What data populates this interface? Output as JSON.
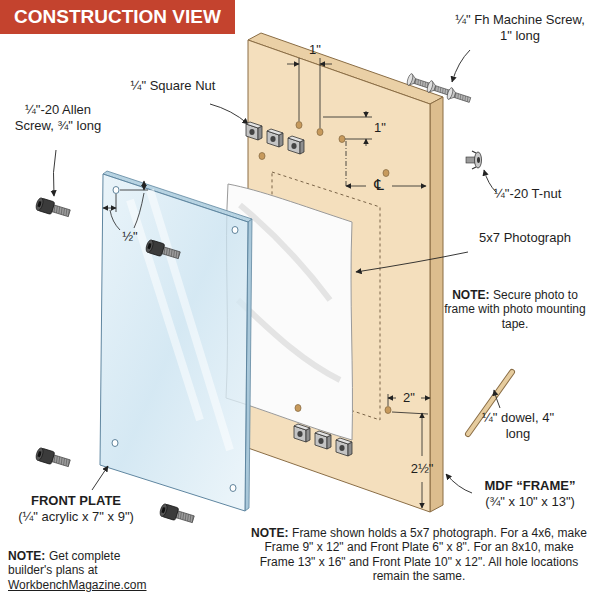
{
  "diagram": {
    "title": "CONSTRUCTION VIEW",
    "labels": [
      "¼\" Fh Machine Screw, 1\" long",
      "1\"",
      "1\"",
      "¼\" Square Nut",
      "¼\"-20 Allen Screw, ¾\" long",
      "½\"",
      "℄",
      "¼\"-20 T-nut",
      "5x7 Photograph",
      "NOTE:",
      "Secure photo to frame with photo mounting tape.",
      "2\"",
      "¼\" dowel, 4\" long",
      "2½\"",
      "MDF “FRAME”",
      "(¾\" x 10\" x 13\")",
      "FRONT PLATE",
      "(¼\" acrylic x 7\" x 9\")",
      "NOTE:",
      "Frame shown holds a 5x7 photograph. For a 4x6, make Frame 9\" x 12\" and Front Plate 6\" x 8\". For an 8x10, make Frame 13\" x 16\" and Front Plate 10\" x 12\". All hole locations remain the same.",
      "NOTE:",
      "Get complete builder's plans at",
      "WorkbenchMagazine.com"
    ]
  }
}
